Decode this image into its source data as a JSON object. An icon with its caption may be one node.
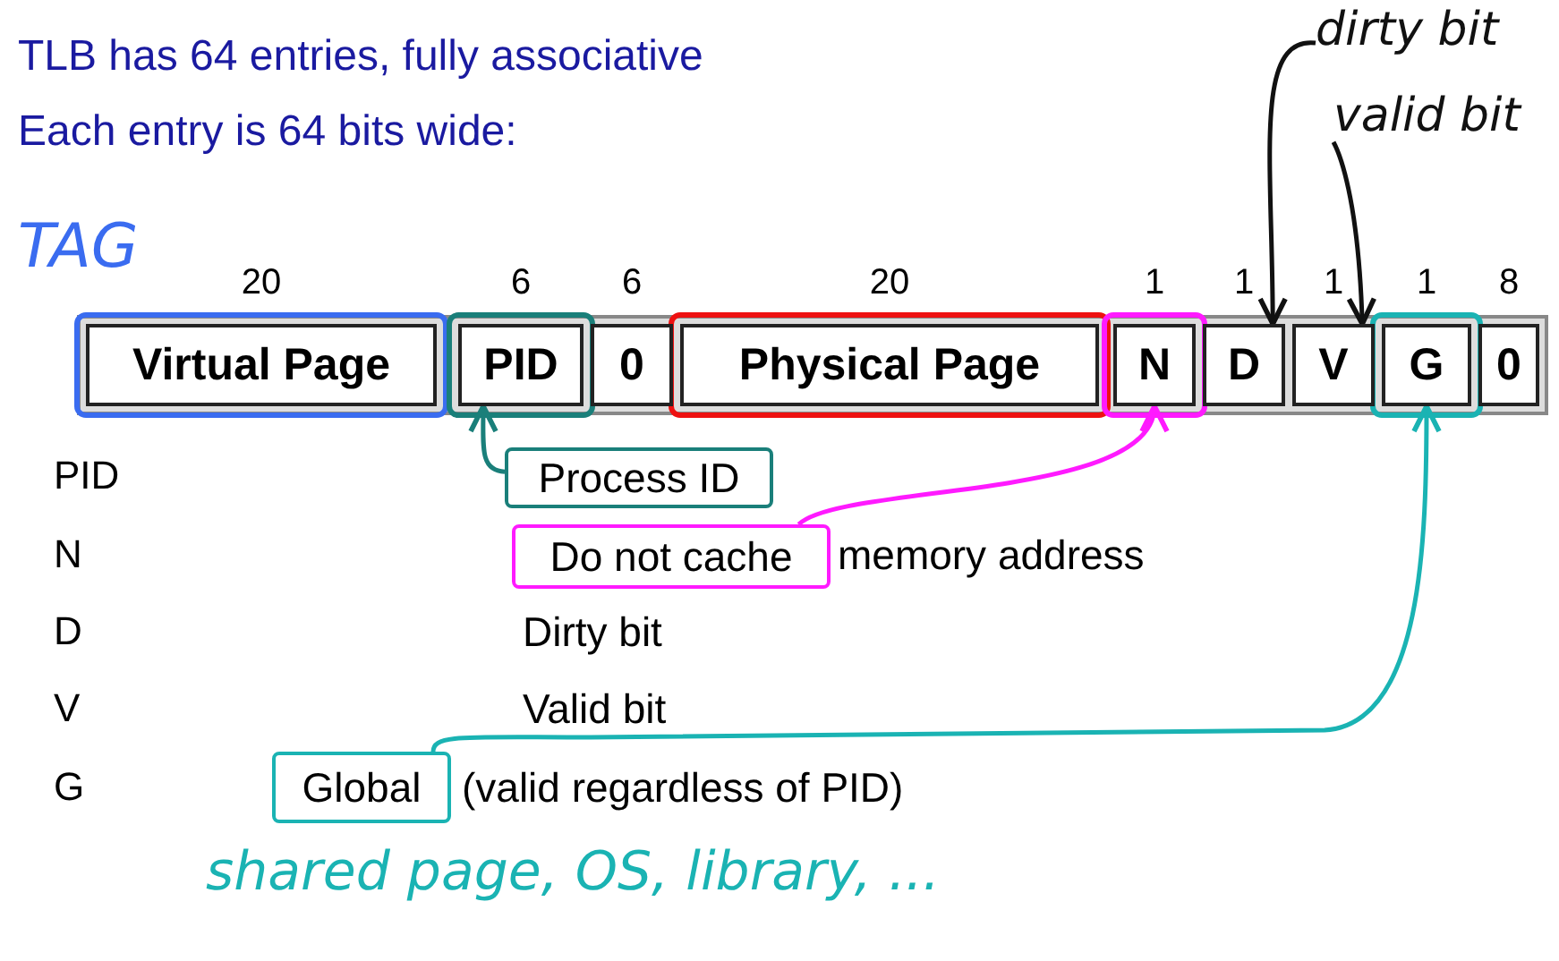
{
  "diagram": {
    "nodes": [
      {
        "text": [
          "dirty bit"
        ]
      },
      {
        "text": [
          "valid bit"
        ]
      },
      {
        "text": [
          "Virtual Page"
        ],
        "beside": [
          "20"
        ]
      },
      {
        "text": [
          "PID"
        ],
        "beside": [
          "6"
        ]
      },
      {
        "text": [
          "0"
        ],
        "beside": [
          "6"
        ]
      },
      {
        "text": [
          "Physical Page"
        ],
        "beside": [
          "20"
        ]
      },
      {
        "text": [
          "N"
        ],
        "beside": [
          "1"
        ]
      },
      {
        "text": [
          "D"
        ],
        "beside": [
          "1"
        ]
      },
      {
        "text": [
          "V"
        ],
        "beside": [
          "1"
        ]
      },
      {
        "text": [
          "G"
        ],
        "beside": [
          "1"
        ]
      },
      {
        "text": [
          "0"
        ],
        "beside": [
          "8"
        ]
      },
      {
        "text": [
          "Process ID"
        ]
      },
      {
        "text": [
          "Do not cache"
        ]
      },
      {
        "text": [
          "Global"
        ]
      }
    ],
    "edges": [
      {
        "from": 0,
        "to": 7,
        "arrow": "to"
      },
      {
        "from": 1,
        "to": 8,
        "arrow": "to"
      },
      {
        "from": 11,
        "to": 3,
        "arrow": "to",
        "color": "#1a7f7a"
      },
      {
        "from": 12,
        "to": 6,
        "arrow": "to",
        "color": "#ff1aff"
      },
      {
        "from": 13,
        "to": 9,
        "arrow": "to",
        "color": "#1ab3b3"
      }
    ],
    "labels": [
      "TLB has 64 entries, fully associative",
      "Each entry is 64 bits wide:",
      "TAG",
      "PID",
      "N",
      "memory address",
      "D",
      "Dirty bit",
      "V",
      "Valid bit",
      "G",
      "(valid regardless of PID)",
      "shared page, OS, library, ..."
    ]
  }
}
